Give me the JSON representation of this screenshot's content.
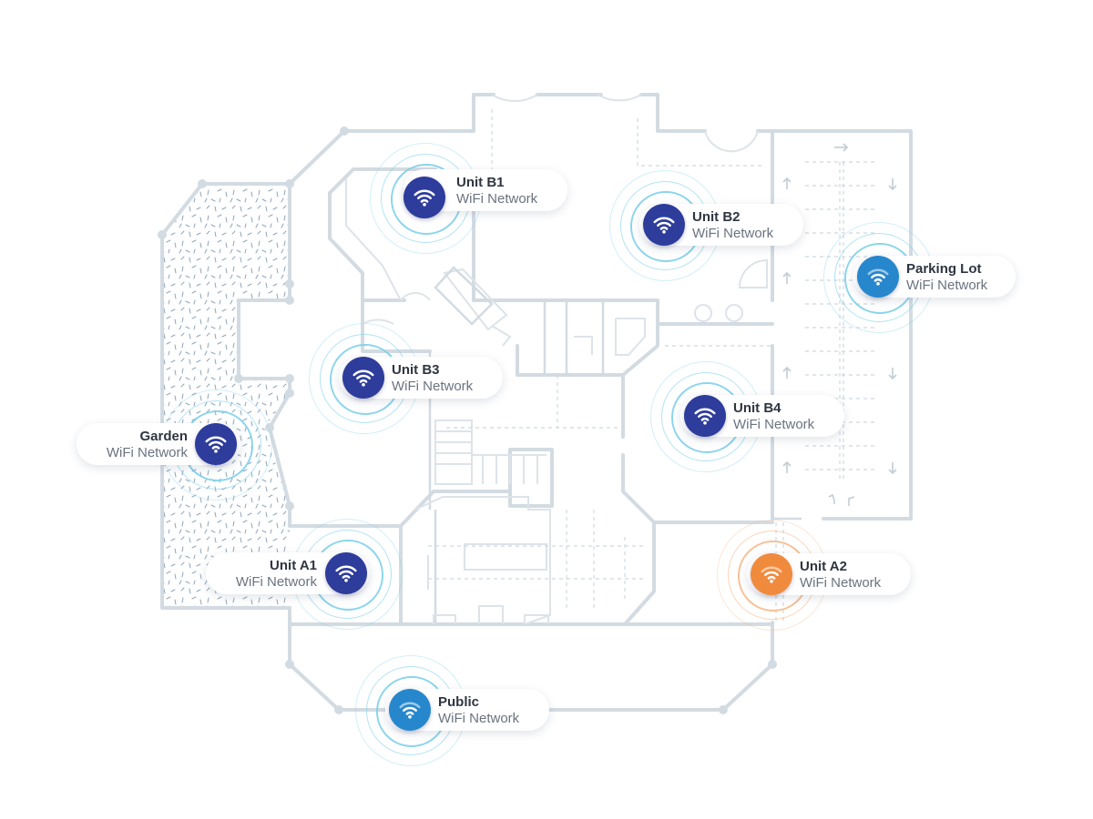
{
  "colors": {
    "dark_blue": "#2e3c9b",
    "light_blue": "#2787cc",
    "orange": "#f08a3c",
    "ring_blue": "#7fd0ea",
    "ring_orange": "#f6b98c",
    "walls": "#d3dbe2"
  },
  "icon_name": "wifi-icon",
  "access_points": [
    {
      "id": "unit-b1",
      "title": "Unit B1",
      "subtitle": "WiFi Network",
      "color": "#2e3c9b"
    },
    {
      "id": "unit-b2",
      "title": "Unit B2",
      "subtitle": "WiFi Network",
      "color": "#2e3c9b"
    },
    {
      "id": "parking-lot",
      "title": "Parking Lot",
      "subtitle": "WiFi Network",
      "color": "#2787cc"
    },
    {
      "id": "unit-b3",
      "title": "Unit B3",
      "subtitle": "WiFi Network",
      "color": "#2e3c9b"
    },
    {
      "id": "unit-b4",
      "title": "Unit B4",
      "subtitle": "WiFi Network",
      "color": "#2e3c9b"
    },
    {
      "id": "garden",
      "title": "Garden",
      "subtitle": "WiFi Network",
      "color": "#2e3c9b"
    },
    {
      "id": "unit-a1",
      "title": "Unit A1",
      "subtitle": "WiFi Network",
      "color": "#2e3c9b"
    },
    {
      "id": "unit-a2",
      "title": "Unit A2",
      "subtitle": "WiFi Network",
      "color": "#f08a3c"
    },
    {
      "id": "public",
      "title": "Public",
      "subtitle": "WiFi Network",
      "color": "#2787cc"
    }
  ]
}
